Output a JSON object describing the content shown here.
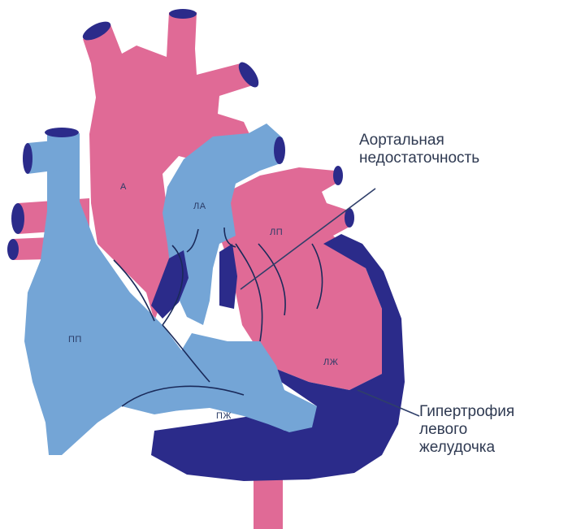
{
  "colors": {
    "arterial": "#e06a96",
    "venous": "#74a5d6",
    "hypertrophy": "#2b2b8a",
    "outline": "#1a2a5a",
    "leader": "#2f3f6a"
  },
  "labels": {
    "aorta": "А",
    "pulmonary_artery": "ЛА",
    "left_atrium": "ЛП",
    "right_atrium": "ПП",
    "left_ventricle": "ЛЖ",
    "right_ventricle": "ПЖ"
  },
  "callouts": {
    "aortic_insufficiency": [
      "Аортальная",
      "недостаточность"
    ],
    "lv_hypertrophy": [
      "Гипертрофия",
      "левого",
      "желудочка"
    ]
  }
}
